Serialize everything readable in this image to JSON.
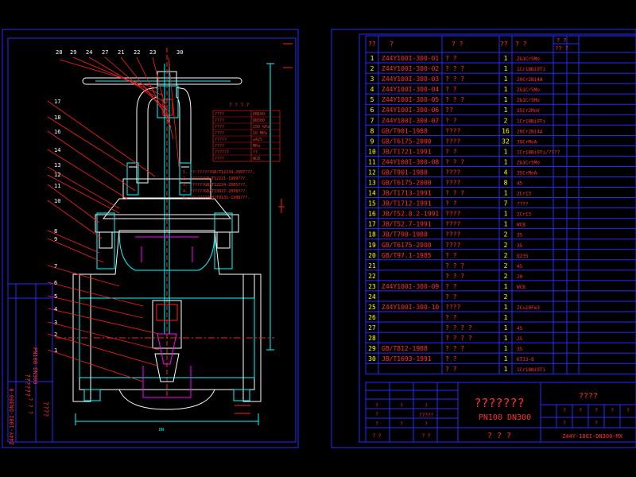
{
  "colors": {
    "background": "#000000",
    "frame": "#2a2aff",
    "line_cyan": "#00ffff",
    "line_white": "#ffffff",
    "line_red": "#ff2020",
    "line_green": "#00ff00",
    "line_magenta": "#ff00ff",
    "text_red": "#ff3030",
    "text_yellow": "#ffff00"
  },
  "left_sheet": {
    "balloon_numbers_top": [
      "28",
      "29",
      "24",
      "27",
      "21",
      "22",
      "23",
      "30"
    ],
    "balloon_numbers_left": [
      "17",
      "18",
      "16",
      "14",
      "13",
      "12",
      "11",
      "10",
      "8",
      "9",
      "7",
      "6",
      "5",
      "4",
      "3",
      "2",
      "1"
    ],
    "spec_table": {
      "title": "? ? ? ?",
      "rows": [
        [
          "????",
          "PN100"
        ],
        [
          "????",
          "DN300"
        ],
        [
          "????",
          "150 kPa"
        ],
        [
          "????",
          "10 MPa"
        ],
        [
          "?????",
          "≤425"
        ],
        [
          "????",
          "MPa"
        ],
        [
          "??????",
          "??"
        ],
        [
          "????",
          "WCB"
        ]
      ]
    },
    "notes": [
      "1. ??:??????GB/T12234-2007???,",
      "2. ??????GB/T12221-1989???.",
      "3. ??????GB/T12224-2005???,",
      "4. ??????GB/T13927-2008???.",
      "5. ??:?????GB/T9131-1988???."
    ],
    "title_block": {
      "drawing_code": "Z44Y-100I-DN300-0",
      "product": "??????",
      "spec": "PN100 DN300",
      "misc": [
        "? ? ?",
        "????"
      ]
    },
    "dimension_label": "DN"
  },
  "right_sheet": {
    "header": [
      "??",
      "?",
      "?  ?",
      "??",
      "?  ?",
      "? ?",
      "?? ?"
    ],
    "parts": [
      {
        "no": "1",
        "code": "Z44Y100I-300-01",
        "name": "?    ?",
        "qty": "1",
        "mat": "ZG1Cr5Mo"
      },
      {
        "no": "2",
        "code": "Z44Y100I-300-02",
        "name": "?  ?  ?",
        "qty": "1",
        "mat": "1Cr18Ni9Ti"
      },
      {
        "no": "3",
        "code": "Z44Y100I-300-03",
        "name": "?  ?  ?",
        "qty": "1",
        "mat": "20Cr2Ni4A"
      },
      {
        "no": "4",
        "code": "Z44Y100I-300-04",
        "name": "?  ?",
        "qty": "1",
        "mat": "ZG1Cr5Mo"
      },
      {
        "no": "5",
        "code": "Z44Y100I-300-05",
        "name": "?  ?  ?",
        "qty": "1",
        "mat": "ZG1Cr5Mo"
      },
      {
        "no": "6",
        "code": "Z44Y100I-300-06",
        "name": "??",
        "qty": "1",
        "mat": "25Cr2MoV"
      },
      {
        "no": "7",
        "code": "Z44Y100I-300-07",
        "name": "?       ?",
        "qty": "2",
        "mat": "1Cr18Ni9Ti"
      },
      {
        "no": "8",
        "code": "GB/T901-1988",
        "name": "????",
        "qty": "16",
        "mat": "20Cr2Ni4A"
      },
      {
        "no": "9",
        "code": "GB/T6175-2000",
        "name": "????",
        "qty": "32",
        "mat": "30CrMoA"
      },
      {
        "no": "10",
        "code": "JB/T1721-1991",
        "name": "?  ?",
        "qty": "1",
        "mat": "1Cr18Ni9Ti/????"
      },
      {
        "no": "11",
        "code": "Z44Y100I-300-08",
        "name": "?  ?  ?",
        "qty": "1",
        "mat": "ZG1Cr5Mo"
      },
      {
        "no": "12",
        "code": "GB/T901-1988",
        "name": "????",
        "qty": "4",
        "mat": "35CrMoA"
      },
      {
        "no": "13",
        "code": "GB/T6175-2000",
        "name": "????",
        "qty": "8",
        "mat": "45"
      },
      {
        "no": "14",
        "code": "JB/T1713-1991",
        "name": "? ? ?",
        "qty": "1",
        "mat": "2Cr13"
      },
      {
        "no": "15",
        "code": "JB/T1712-1991",
        "name": "?      ?",
        "qty": "7",
        "mat": "????"
      },
      {
        "no": "16",
        "code": "JB/T52.8.2-1991",
        "name": "????",
        "qty": "1",
        "mat": "2Cr13"
      },
      {
        "no": "17",
        "code": "JB/T52.7-1991",
        "name": "????",
        "qty": "1",
        "mat": "WCB"
      },
      {
        "no": "18",
        "code": "JB/T798-1988",
        "name": "????",
        "qty": "2",
        "mat": "35"
      },
      {
        "no": "19",
        "code": "GB/T6175-2000",
        "name": "????",
        "qty": "2",
        "mat": "35"
      },
      {
        "no": "20",
        "code": "GB/T97.1-1985",
        "name": "?  ?",
        "qty": "2",
        "mat": "Q235"
      },
      {
        "no": "21",
        "code": "",
        "name": "?  ?  ?",
        "qty": "2",
        "mat": "45"
      },
      {
        "no": "22",
        "code": "",
        "name": "?  ?  ?",
        "qty": "2",
        "mat": "20"
      },
      {
        "no": "23",
        "code": "Z44Y100I-300-09",
        "name": "?  ?",
        "qty": "1",
        "mat": "WCB"
      },
      {
        "no": "24",
        "code": "",
        "name": "?    ?",
        "qty": "2",
        "mat": ""
      },
      {
        "no": "25",
        "code": "Z44Y100I-300-10",
        "name": "????",
        "qty": "1",
        "mat": "ZCu10Fe3"
      },
      {
        "no": "26",
        "code": "",
        "name": "?  ?",
        "qty": "1",
        "mat": ""
      },
      {
        "no": "27",
        "code": "",
        "name": "? ? ? ?",
        "qty": "1",
        "mat": "45"
      },
      {
        "no": "28",
        "code": "",
        "name": "? ? ? ?",
        "qty": "1",
        "mat": "25"
      },
      {
        "no": "29",
        "code": "GB/T812-1988",
        "name": "? ? ?",
        "qty": "1",
        "mat": "35"
      },
      {
        "no": "30",
        "code": "JB/T1693-1991",
        "name": "? ?",
        "qty": "1",
        "mat": "KTJ3-8"
      },
      {
        "no": "",
        "code": "",
        "name": "?    ?",
        "qty": "1",
        "mat": "1Cr18Ni9Ti"
      }
    ],
    "title_block": {
      "product_name": "???????",
      "spec": "PN100  DN300",
      "company": "????",
      "drawing_code": "Z44Y-100I-DN300-MX",
      "bottom_label": "? ? ?",
      "stamp_text": "?????",
      "misc_1": "? ?",
      "misc_2": "? ?"
    }
  }
}
